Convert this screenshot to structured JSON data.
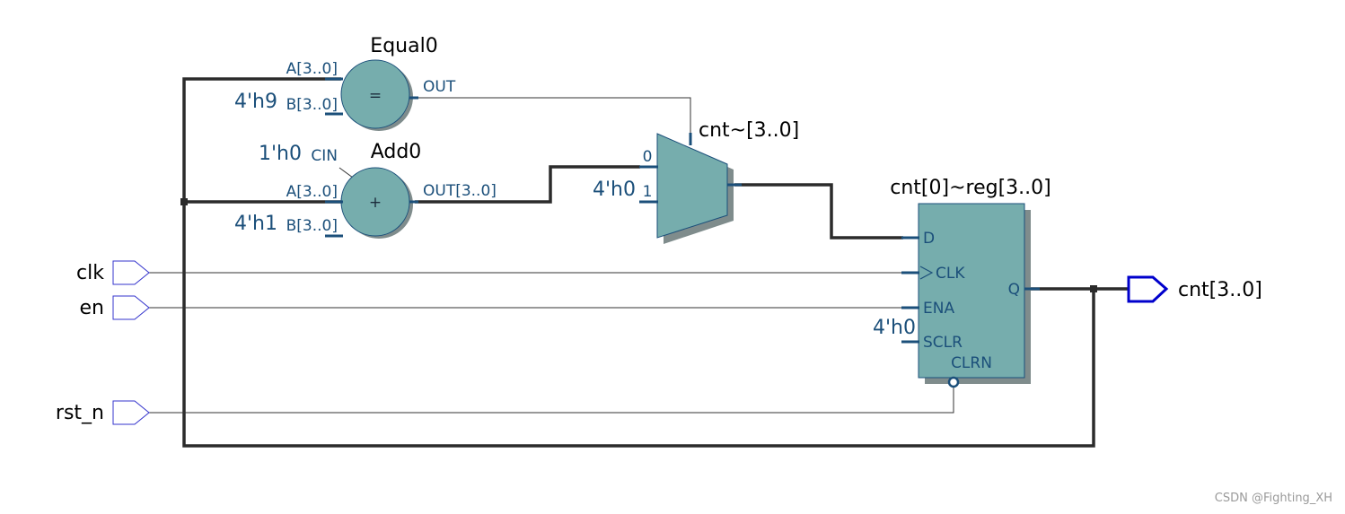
{
  "colors": {
    "block_fill": "#76adad",
    "block_stroke": "#1b4f7a",
    "shadow": "#7f8c8c",
    "bus_wire": "#2b2b2b",
    "signal_wire": "#333333",
    "input_port": "#3333cc",
    "output_port": "#0000cc",
    "pin_text": "#1b4f7a"
  },
  "blocks": {
    "equal": {
      "name": "Equal0",
      "symbol": "=",
      "pin_a": "A[3..0]",
      "pin_b": "B[3..0]",
      "pin_out": "OUT",
      "const_b": "4'h9"
    },
    "add": {
      "name": "Add0",
      "symbol": "+",
      "pin_cin": "CIN",
      "pin_a": "A[3..0]",
      "pin_b": "B[3..0]",
      "pin_out": "OUT[3..0]",
      "const_cin": "1'h0",
      "const_b": "4'h1"
    },
    "mux": {
      "name": "cnt~[3..0]",
      "pin_0": "0",
      "pin_1": "1",
      "const_1": "4'h0"
    },
    "reg": {
      "name": "cnt[0]~reg[3..0]",
      "pin_d": "D",
      "pin_clk": "CLK",
      "pin_ena": "ENA",
      "pin_sclr": "SCLR",
      "pin_clrn": "CLRN",
      "pin_q": "Q",
      "const_sclr": "4'h0"
    }
  },
  "ports": {
    "inputs": [
      "clk",
      "en",
      "rst_n"
    ],
    "output": "cnt[3..0]"
  },
  "watermark": "CSDN @Fighting_XH"
}
